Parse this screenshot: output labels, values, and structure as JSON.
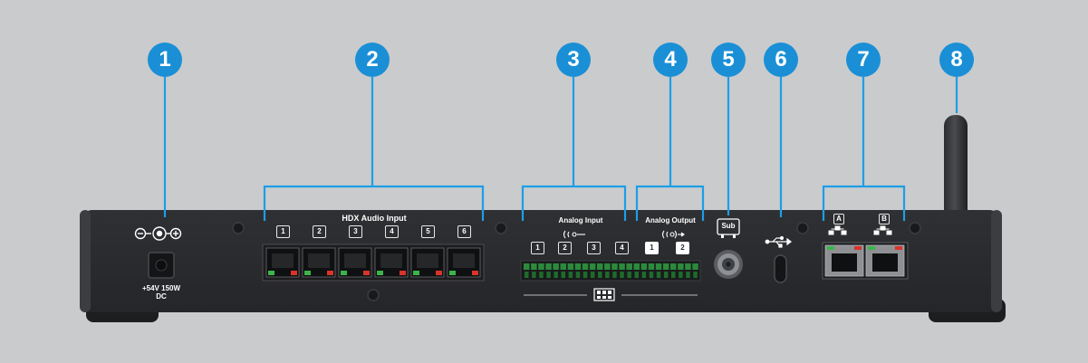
{
  "callouts": [
    "1",
    "2",
    "3",
    "4",
    "5",
    "6",
    "7",
    "8"
  ],
  "power": {
    "label": "+54V 150W\nDC"
  },
  "hdx": {
    "title": "HDX Audio Input",
    "ports": [
      "1",
      "2",
      "3",
      "4",
      "5",
      "6"
    ]
  },
  "analog_input": {
    "title": "Analog Input",
    "ports": [
      "1",
      "2",
      "3",
      "4"
    ]
  },
  "analog_output": {
    "title": "Analog Output",
    "ports": [
      "1",
      "2"
    ]
  },
  "sub": {
    "label": "Sub"
  },
  "lan": {
    "ports": [
      "A",
      "B"
    ]
  },
  "colors": {
    "callout": "#1a8fd6",
    "leader": "#1e9ee6",
    "panel": "#2a2b2e",
    "background": "#c9cbcd"
  }
}
